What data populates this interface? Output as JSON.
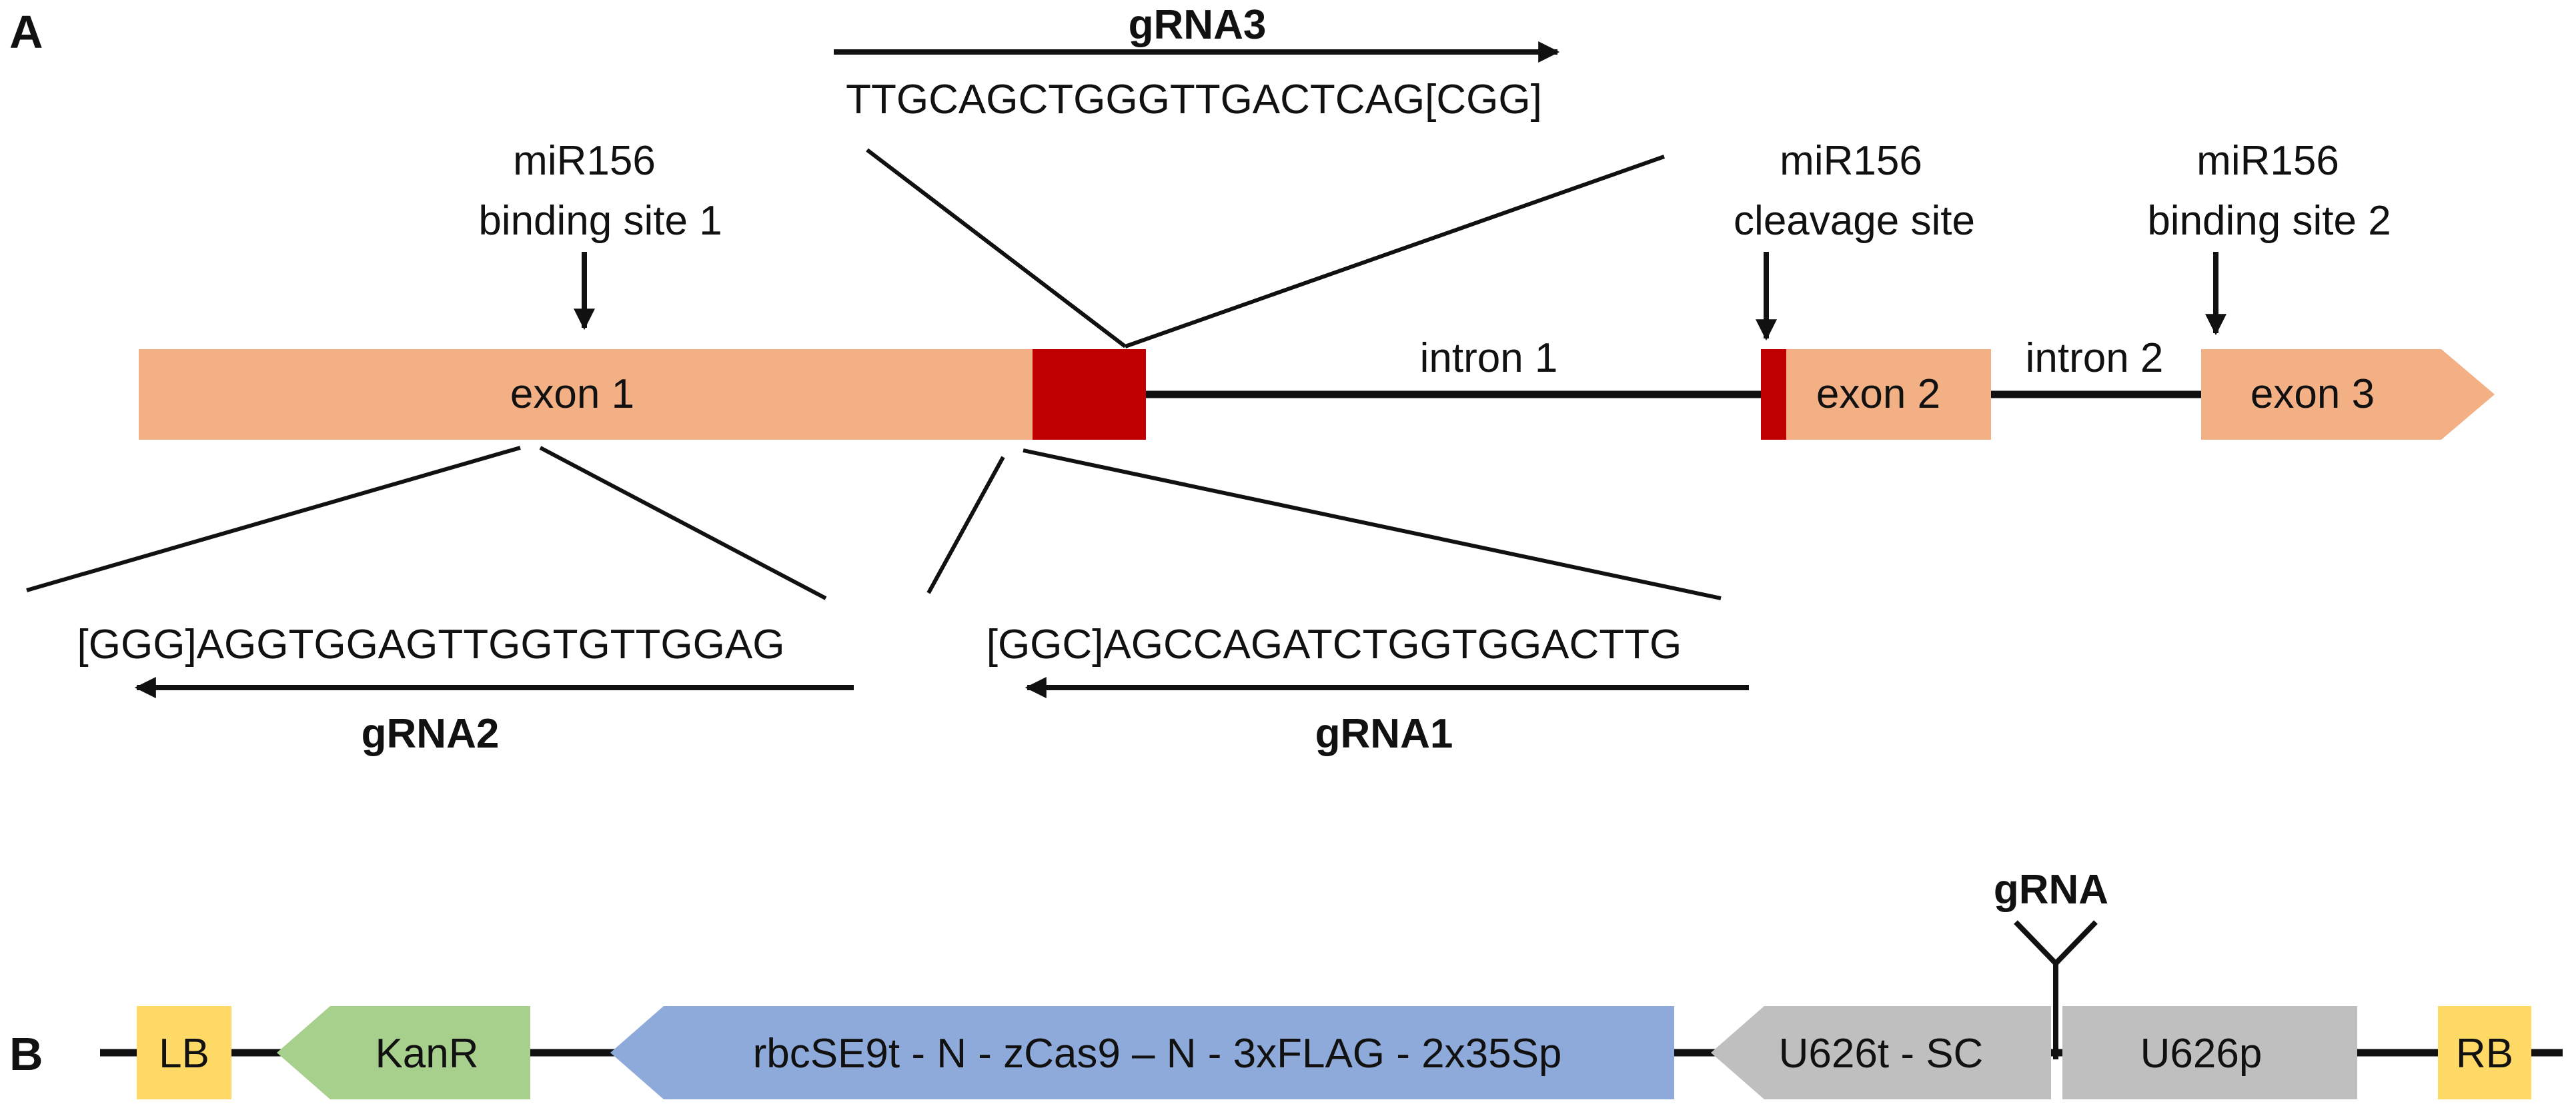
{
  "panel_a": {
    "label": "A",
    "gene": {
      "exon1": "exon 1",
      "intron1": "intron 1",
      "exon2": "exon 2",
      "intron2": "intron 2",
      "exon3": "exon 3"
    },
    "mirna_sites": {
      "binding1_l1": "miR156",
      "binding1_l2": "binding site 1",
      "cleavage_l1": "miR156",
      "cleavage_l2": "cleavage site",
      "binding2_l1": "miR156",
      "binding2_l2": "binding site 2"
    },
    "grnas": {
      "g3_name": "gRNA3",
      "g3_seq": "TTGCAGCTGGGTTGACTCAG[CGG]",
      "g2_name": "gRNA2",
      "g2_seq": "[GGG]AGGTGGAGTTGGTGTTGGAG",
      "g1_name": "gRNA1",
      "g1_seq": "[GGC]AGCCAGATCTGGTGGACTTG"
    }
  },
  "panel_b": {
    "label": "B",
    "grna_label": "gRNA",
    "elements": {
      "lb": "LB",
      "kanr": "KanR",
      "cas9": "rbcSE9t - N - zCas9 – N - 3xFLAG - 2x35Sp",
      "u626t": "U626t - SC",
      "u626p": "U626p",
      "rb": "RB"
    }
  },
  "colors": {
    "exon": "#f2b084",
    "target_region": "#c00000",
    "border": "#ffd966",
    "kanr": "#a8d08d",
    "cas9": "#8eaadb",
    "u6": "#bfbfbf"
  }
}
